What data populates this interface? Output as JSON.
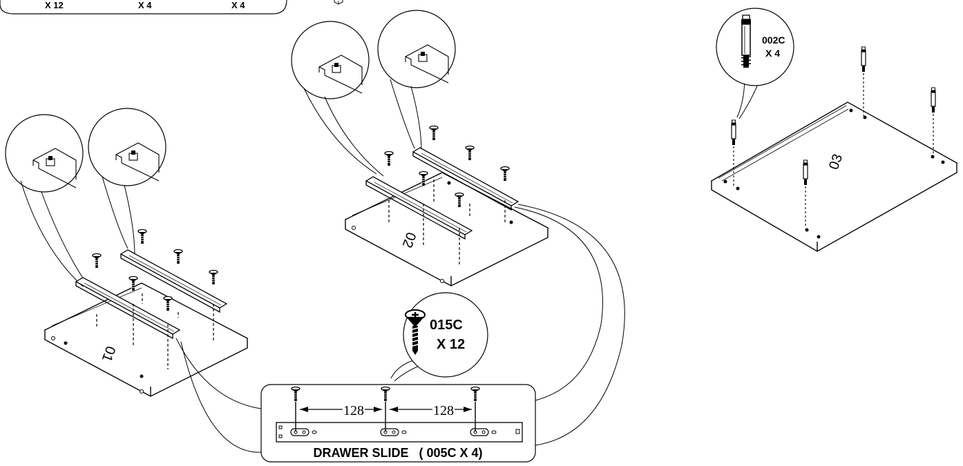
{
  "top_box": {
    "counts": [
      "X 12",
      "X 4",
      "X 4"
    ]
  },
  "panels": [
    {
      "label": "01"
    },
    {
      "label": "02"
    },
    {
      "label": "03"
    }
  ],
  "screw_callout": {
    "code": "015C",
    "qty": "X 12"
  },
  "dowel_callout": {
    "code": "002C",
    "qty": "X 4"
  },
  "drawer_slide": {
    "caption": "DRAWER SLIDE   ( 005C X 4)",
    "spacing": [
      "128",
      "128"
    ]
  }
}
